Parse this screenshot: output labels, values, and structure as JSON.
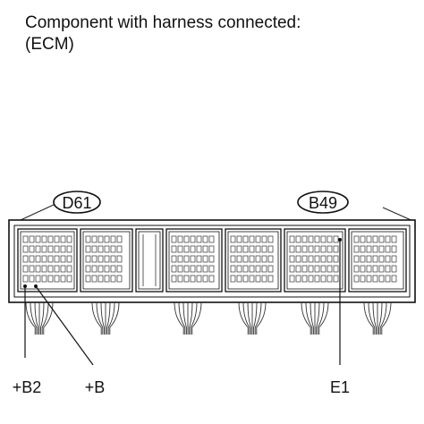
{
  "caption": {
    "line1": "Component with harness connected:",
    "line2": "(ECM)"
  },
  "connectors": [
    {
      "id": "D61"
    },
    {
      "id": "B49"
    }
  ],
  "terminals": [
    {
      "label": "+B2"
    },
    {
      "label": "+B"
    },
    {
      "label": "E1"
    }
  ]
}
